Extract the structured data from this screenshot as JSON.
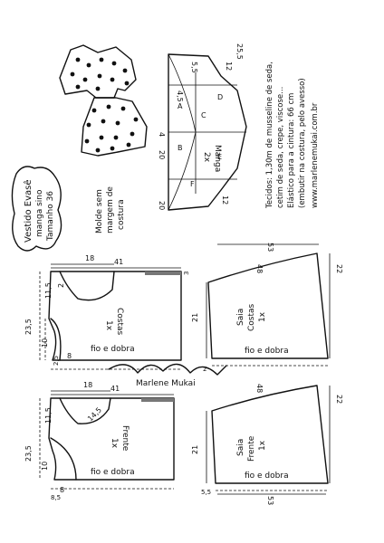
{
  "title_block": {
    "line1": "Vestido Evasê",
    "line2": "manga sino",
    "line3": "Tamanho 36"
  },
  "pattern_note": {
    "line1": "Molde sem",
    "line2": "margem de",
    "line3": "costura"
  },
  "fabric_note": {
    "line1": "Tecidos: 1,30m de musseline de seda,",
    "line2": "cetim de seda, crepe, viscose...",
    "line3": "Elástico para a cintura: 66 cm",
    "line4": "(embutir na costura, pelo avesso)",
    "website": "www.marlenemukai.com.br"
  },
  "signature": "Marlene Mukai",
  "fold_label": "fio e dobra",
  "pieces": {
    "sleeve": {
      "name": "Manga",
      "count": "2x",
      "dims": {
        "total_w": "25,5",
        "seg_a": "5,5",
        "seg_b": "12",
        "seg_c": "4,5",
        "seg_d": "20",
        "seg_e": "20",
        "seg_f": "12",
        "side": "4"
      },
      "letters": [
        "A",
        "B",
        "C",
        "D",
        "E",
        "F"
      ]
    },
    "back": {
      "name": "Costas",
      "count": "1x",
      "dims": {
        "width": "41",
        "width_cut": "18",
        "height": "23,5",
        "neck": "11,5",
        "neck_depth": "2",
        "armhole": "10",
        "shoulder": "8",
        "waist_ext": "3",
        "bottom_ext": "2,5"
      }
    },
    "front": {
      "name": "Frente",
      "count": "1x",
      "dims": {
        "width": "41",
        "width_cut": "18",
        "height": "23,5",
        "neck": "11,5",
        "neck_depth": "14,5",
        "armhole": "10",
        "shoulder": "8",
        "bottom": "8,5"
      }
    },
    "skirt_back": {
      "name": "Saia",
      "sub": "Costas",
      "count": "1x",
      "dims": {
        "length": "53",
        "hem": "48",
        "top": "22",
        "side": "21",
        "waist": "2"
      }
    },
    "skirt_front": {
      "name": "Saia",
      "sub": "Frente",
      "count": "1x",
      "dims": {
        "length": "53",
        "hem": "48",
        "top": "22",
        "side": "21",
        "waist": "5,5"
      }
    }
  }
}
